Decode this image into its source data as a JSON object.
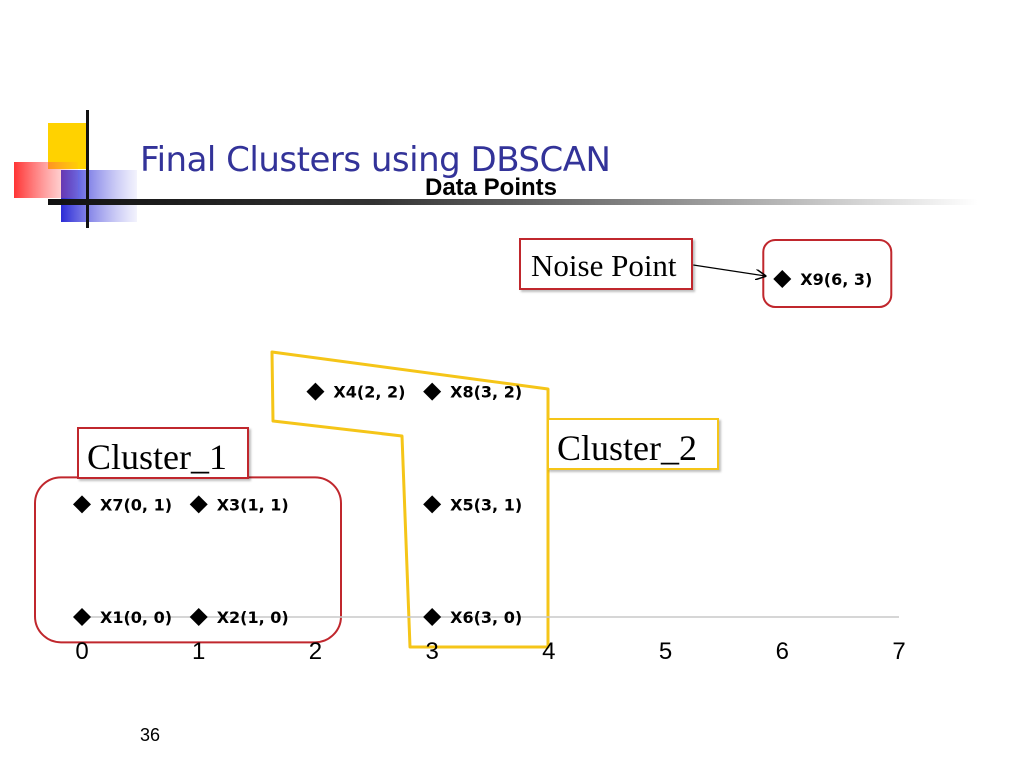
{
  "slide": {
    "title": "Final Clusters using DBSCAN",
    "page_number": "36"
  },
  "callouts": {
    "noise": "Noise Point",
    "cluster_1": "Cluster_1",
    "cluster_2": "Cluster_2"
  },
  "colors": {
    "title": "#333399",
    "cluster_1_outline": "#c0272d",
    "cluster_2_outline": "#f5c518",
    "noise_outline": "#c0272d",
    "marker": "#000000",
    "axis": "#c8c8c8"
  },
  "chart_data": {
    "type": "scatter",
    "title": "Data Points",
    "xlabel": "",
    "ylabel": "",
    "xlim": [
      0,
      7
    ],
    "ylim": [
      0,
      3
    ],
    "x_ticks": [
      "0",
      "1",
      "2",
      "3",
      "4",
      "5",
      "6",
      "7"
    ],
    "grid": false,
    "points": [
      {
        "label": "X1(0, 0)",
        "x": 0,
        "y": 0
      },
      {
        "label": "X2(1, 0)",
        "x": 1,
        "y": 0
      },
      {
        "label": "X3(1, 1)",
        "x": 1,
        "y": 1
      },
      {
        "label": "X4(2, 2)",
        "x": 2,
        "y": 2
      },
      {
        "label": "X5(3, 1)",
        "x": 3,
        "y": 1
      },
      {
        "label": "X6(3, 0)",
        "x": 3,
        "y": 0
      },
      {
        "label": "X7(0, 1)",
        "x": 0,
        "y": 1
      },
      {
        "label": "X8(3, 2)",
        "x": 3,
        "y": 2
      },
      {
        "label": "X9(6, 3)",
        "x": 6,
        "y": 3
      }
    ]
  }
}
